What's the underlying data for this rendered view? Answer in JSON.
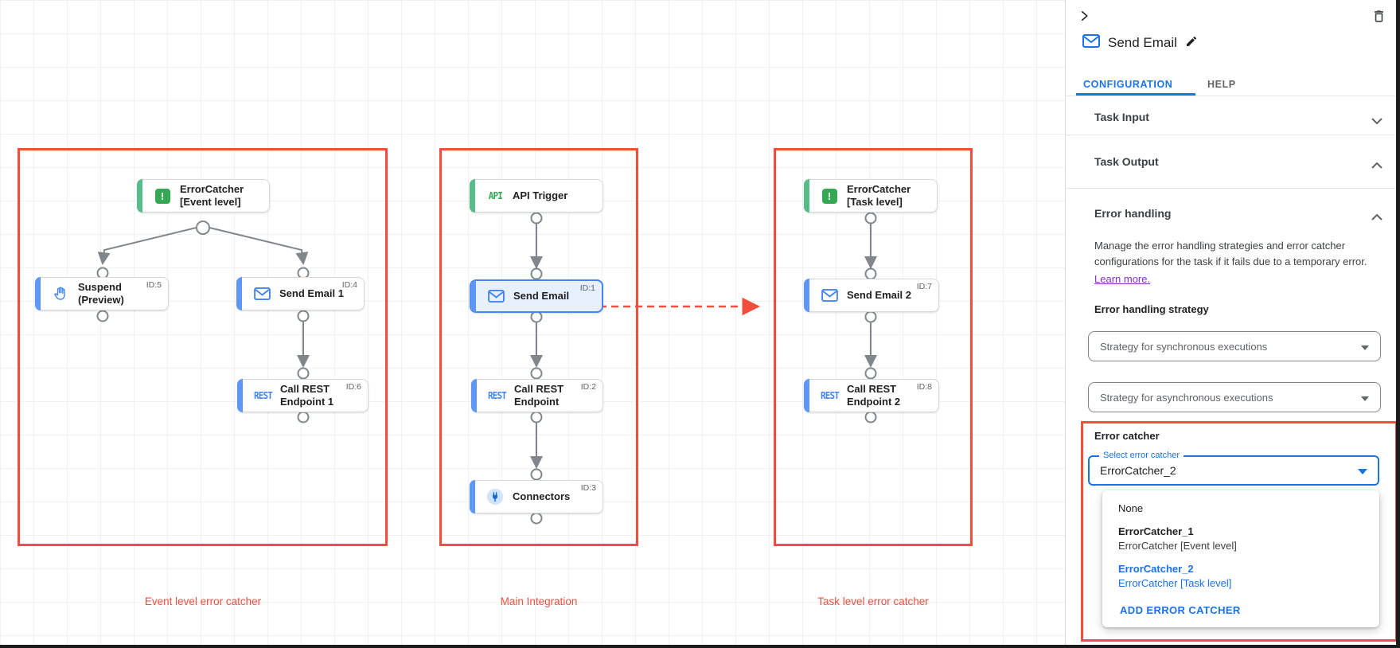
{
  "colors": {
    "red_accent": "#F14E3E",
    "blue": "#1A73E8",
    "green": "#34A853",
    "node_green_accent": "#57BB8A",
    "node_blue_accent": "#5E97F6",
    "selected_node_bg": "#E8F0FE",
    "red_dot": "#D93025"
  },
  "canvas": {
    "icon_text": {
      "api": "API",
      "rest": "REST"
    },
    "groups": [
      {
        "label": "Event level error catcher"
      },
      {
        "label": "Main Integration"
      },
      {
        "label": "Task level error catcher"
      }
    ],
    "nodes": {
      "ec_event": {
        "label": "ErrorCatcher [Event level]",
        "id_label": ""
      },
      "suspend": {
        "label": "Suspend (Preview)",
        "id_label": "ID:5"
      },
      "send_email_1": {
        "label": "Send Email 1",
        "id_label": "ID:4"
      },
      "call_rest_1": {
        "label": "Call REST Endpoint 1",
        "id_label": "ID:6"
      },
      "api_trigger": {
        "label": "API Trigger",
        "id_label": ""
      },
      "send_email": {
        "label": "Send Email",
        "id_label": "ID:1"
      },
      "call_rest": {
        "label": "Call REST Endpoint",
        "id_label": "ID:2"
      },
      "connectors": {
        "label": "Connectors",
        "id_label": "ID:3"
      },
      "ec_task": {
        "label": "ErrorCatcher [Task level]",
        "id_label": ""
      },
      "send_email_2": {
        "label": "Send Email 2",
        "id_label": "ID:7"
      },
      "call_rest_2": {
        "label": "Call REST Endpoint 2",
        "id_label": "ID:8"
      }
    }
  },
  "panel": {
    "title": "Send Email",
    "tabs": {
      "configuration": "CONFIGURATION",
      "help": "HELP"
    },
    "sections": {
      "task_input": "Task Input",
      "task_output": "Task Output",
      "error_handling": "Error handling"
    },
    "error_handling": {
      "description": "Manage the error handling strategies and error catcher configurations for the task if it fails due to a temporary error.",
      "learn_more": "Learn more.",
      "strategy_label": "Error handling strategy",
      "sync_select": "Strategy for synchronous executions",
      "async_select": "Strategy for asynchronous executions",
      "error_catcher_label": "Error catcher",
      "select_label": "Select error catcher",
      "select_value": "ErrorCatcher_2",
      "menu": {
        "none": "None",
        "options": [
          {
            "name": "ErrorCatcher_1",
            "subtitle": "ErrorCatcher [Event level]"
          },
          {
            "name": "ErrorCatcher_2",
            "subtitle": "ErrorCatcher [Task level]"
          }
        ],
        "add_button": "ADD ERROR CATCHER"
      }
    }
  }
}
